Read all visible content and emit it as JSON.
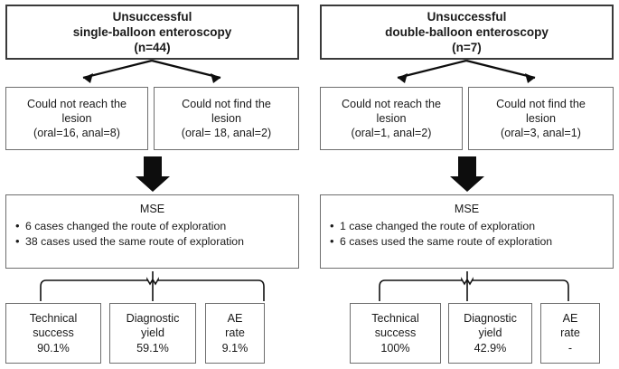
{
  "figure": {
    "type": "flowchart",
    "orientation": "two-column-parallel",
    "columns": 2
  },
  "panels": [
    {
      "id": "single-balloon",
      "header": {
        "line1": "Unsuccessful",
        "line2": "single-balloon enteroscopy",
        "line3": "(n=44)"
      },
      "reasons": [
        {
          "line1": "Could not reach the",
          "line2": "lesion",
          "line3": "(oral=16, anal=8)"
        },
        {
          "line1": "Could not find the",
          "line2": "lesion",
          "line3": "(oral= 18, anal=2)"
        }
      ],
      "mse": {
        "title": "MSE",
        "bullets": [
          "6 cases changed the route of exploration",
          "38 cases used the same route of exploration"
        ]
      },
      "outcomes": [
        {
          "line1": "Technical",
          "line2": "success",
          "value": "90.1%"
        },
        {
          "line1": "Diagnostic",
          "line2": "yield",
          "value": "59.1%"
        },
        {
          "line1": "AE",
          "line2": "rate",
          "value": "9.1%"
        }
      ]
    },
    {
      "id": "double-balloon",
      "header": {
        "line1": "Unsuccessful",
        "line2": "double-balloon enteroscopy",
        "line3": "(n=7)"
      },
      "reasons": [
        {
          "line1": "Could not reach the",
          "line2": "lesion",
          "line3": "(oral=1, anal=2)"
        },
        {
          "line1": "Could not find the",
          "line2": "lesion",
          "line3": "(oral=3, anal=1)"
        }
      ],
      "mse": {
        "title": "MSE",
        "bullets": [
          "1 case changed the route of exploration",
          "6 cases used the same route of exploration"
        ]
      },
      "outcomes": [
        {
          "line1": "Technical",
          "line2": "success",
          "value": "100%"
        },
        {
          "line1": "Diagnostic",
          "line2": "yield",
          "value": "42.9%"
        },
        {
          "line1": "AE",
          "line2": "rate",
          "value": "-"
        }
      ]
    }
  ],
  "colors": {
    "box_border": "#6e6e6e",
    "header_border": "#3a3a3a",
    "connector": "#0d0d0d",
    "text": "#1a1a1a",
    "background": "#ffffff"
  }
}
